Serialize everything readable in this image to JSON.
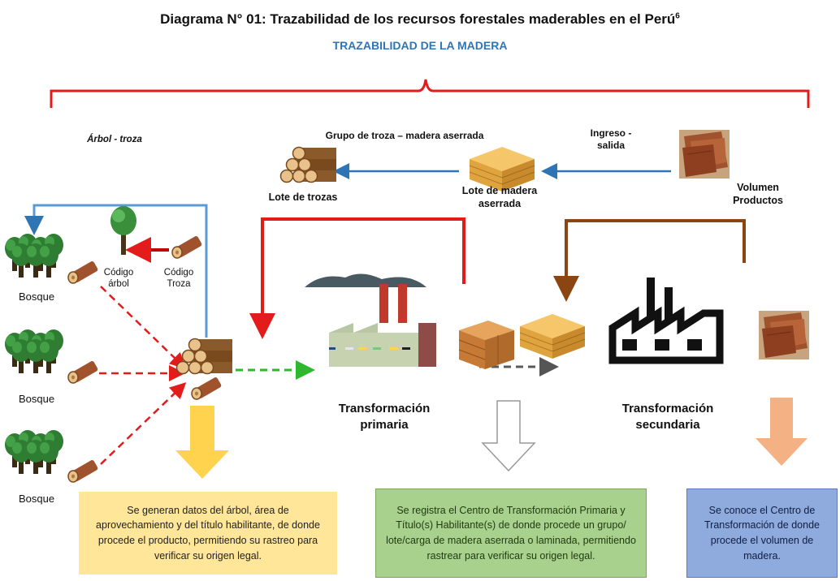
{
  "header": {
    "title": "Diagrama N° 01: Trazabilidad de los recursos forestales maderables en el Perú",
    "title_sup": "6",
    "subtitle": "TRAZABILIDAD DE LA MADERA"
  },
  "labels": {
    "arbol_troza": "Árbol - troza",
    "grupo_troza": "Grupo de troza – madera aserrada",
    "ingreso_salida_1": "Ingreso -",
    "ingreso_salida_2": "salida",
    "lote_trozas": "Lote de trozas",
    "lote_madera_1": "Lote de madera",
    "lote_madera_2": "aserrada",
    "volumen": "Volumen",
    "productos": "Productos",
    "codigo_arbol_1": "Código",
    "codigo_arbol_2": "árbol",
    "codigo_troza_1": "Código",
    "codigo_troza_2": "Troza",
    "bosque_1": "Bosque",
    "bosque_2": "Bosque",
    "bosque_3": "Bosque",
    "transf_primaria_1": "Transformación",
    "transf_primaria_2": "primaria",
    "transf_secundaria_1": "Transformación",
    "transf_secundaria_2": "secundaria"
  },
  "boxes": {
    "box1": "Se generan datos del árbol, área de aprovechamiento y del título habilitante, de donde procede el producto, permitiendo su rastreo para verificar su origen legal.",
    "box2": "Se registra el Centro de Transformación Primaria y Título(s) Habilitante(s) de donde procede un grupo/ lote/carga de madera aserrada o laminada, permitiendo rastrear para verificar su origen legal.",
    "box3": "Se conoce el Centro de Transformación de donde procede el volumen de madera."
  },
  "colors": {
    "red": "#e31b1b",
    "blue": "#2e75b6",
    "brown": "#8b4513",
    "green_dash": "#2eb82e",
    "yellow_arrow": "#ffd34d",
    "orange_arrow": "#f4b183",
    "box_yellow": "#ffe699",
    "box_green": "#a9d18e",
    "box_blue": "#8faadc"
  },
  "icons": [
    "forest-icon",
    "tree-icon",
    "log-icon",
    "log-pile-icon",
    "lumber-stack-icon",
    "wood-boards-icon",
    "sawmill-factory-icon",
    "factory-icon",
    "wood-block-icon"
  ]
}
